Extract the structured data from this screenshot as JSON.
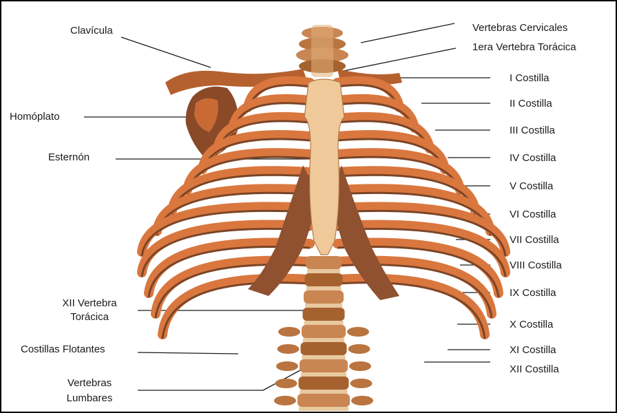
{
  "colors": {
    "background": "#ffffff",
    "bone_orange": "#d9773f",
    "bone_dark": "#7a4426",
    "cartilage": "#f0c99a",
    "line": "#1a1a1a"
  },
  "labels": {
    "left": {
      "clavicula": "Clavícula",
      "homoplato": "Homóplato",
      "esternon": "Esternón",
      "xii_vertebra_line1": "XII Vertebra",
      "xii_vertebra_line2": "Torácica",
      "costillas_flotantes": "Costillas Flotantes",
      "lumbares_line1": "Vertebras",
      "lumbares_line2": "Lumbares"
    },
    "right": {
      "cervicales": "Vertebras Cervicales",
      "primera_toracica": "1era Vertebra Torácica",
      "ribs": [
        "I Costilla",
        "II Costilla",
        "III Costilla",
        "IV Costilla",
        "V Costilla",
        "VI Costilla",
        "VII Costilla",
        "VIII Costilla",
        "IX Costilla",
        "X Costilla",
        "XI Costilla",
        "XII Costilla"
      ]
    }
  }
}
